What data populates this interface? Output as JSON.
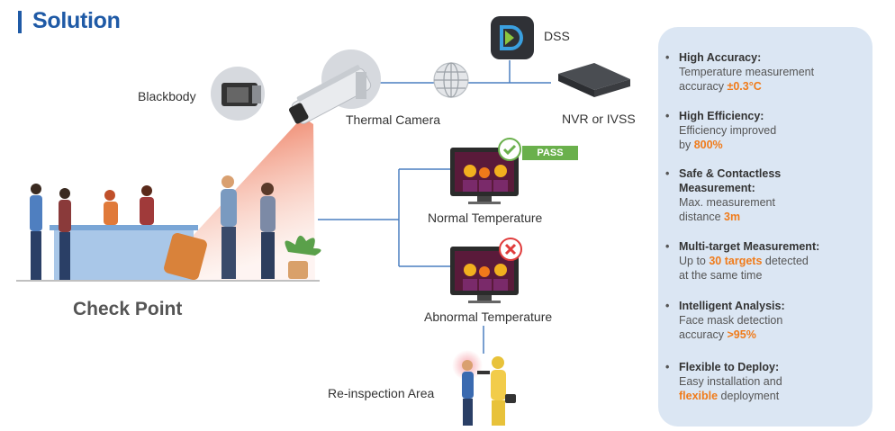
{
  "title": "Solution",
  "labels": {
    "blackbody": "Blackbody",
    "thermal_camera": "Thermal Camera",
    "dss": "DSS",
    "nvr": "NVR or IVSS",
    "pass": "PASS",
    "normal": "Normal Temperature",
    "abnormal": "Abnormal Temperature",
    "checkpoint": "Check Point",
    "reinspection": "Re-inspection Area"
  },
  "features": [
    {
      "title": "High Accuracy:",
      "lines": [
        [
          {
            "t": "Temperature measurement",
            "h": false
          }
        ],
        [
          {
            "t": "accuracy ",
            "h": false
          },
          {
            "t": "±0.3°C",
            "h": true
          }
        ]
      ]
    },
    {
      "title": "High Efficiency:",
      "lines": [
        [
          {
            "t": "Efficiency improved",
            "h": false
          }
        ],
        [
          {
            "t": "by ",
            "h": false
          },
          {
            "t": "800%",
            "h": true
          }
        ]
      ]
    },
    {
      "title": "Safe & Contactless Measurement:",
      "lines": [
        [
          {
            "t": "Max. measurement",
            "h": false
          }
        ],
        [
          {
            "t": "distance ",
            "h": false
          },
          {
            "t": "3m",
            "h": true
          }
        ]
      ]
    },
    {
      "title": "Multi-target Measurement:",
      "lines": [
        [
          {
            "t": "Up to ",
            "h": false
          },
          {
            "t": "30 targets",
            "h": true
          },
          {
            "t": " detected",
            "h": false
          }
        ],
        [
          {
            "t": "at the same time",
            "h": false
          }
        ]
      ]
    },
    {
      "title": "Intelligent Analysis:",
      "lines": [
        [
          {
            "t": "Face mask detection",
            "h": false
          }
        ],
        [
          {
            "t": "accuracy ",
            "h": false
          },
          {
            "t": ">95%",
            "h": true
          }
        ]
      ]
    },
    {
      "title": "Flexible to Deploy:",
      "lines": [
        [
          {
            "t": "Easy installation and",
            "h": false
          }
        ],
        [
          {
            "t": "flexible",
            "h": true
          },
          {
            "t": " deployment",
            "h": false
          }
        ]
      ]
    }
  ],
  "colors": {
    "brand_blue": "#1f5aa6",
    "highlight_orange": "#f07b1a",
    "pass_green": "#6ab04c",
    "fail_red": "#e03c3c",
    "panel_bg": "#dbe6f3"
  }
}
